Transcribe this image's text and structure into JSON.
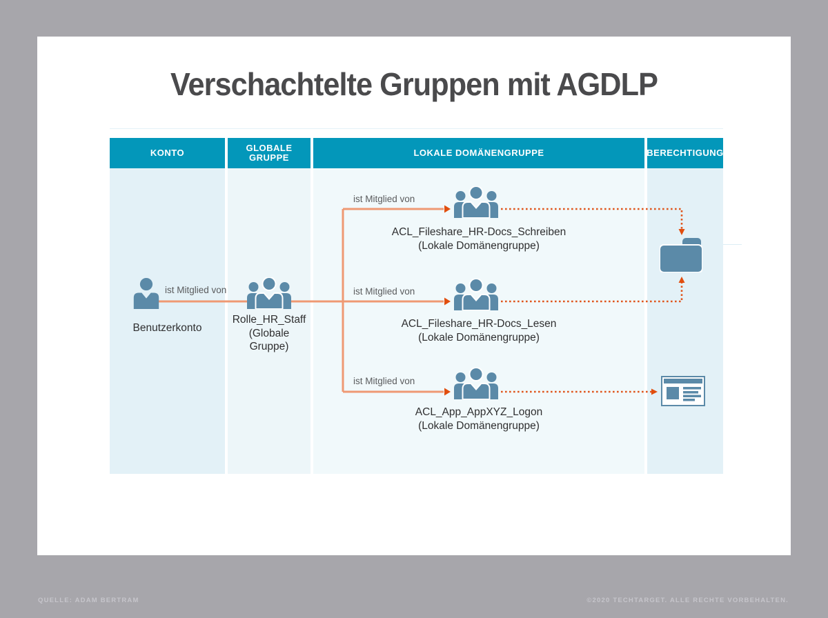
{
  "title": "Verschachtelte Gruppen mit AGDLP",
  "table": {
    "columns": [
      {
        "id": "konto",
        "label": "KONTO"
      },
      {
        "id": "globale-gruppe",
        "label": "GLOBALE GRUPPE"
      },
      {
        "id": "lokale-domaenengruppe",
        "label": "LOKALE DOMÄNENGRUPPE"
      },
      {
        "id": "berechtigung",
        "label": "BERECHTIGUNG"
      }
    ]
  },
  "diagram": {
    "edge_label": "ist Mitglied von",
    "nodes": {
      "benutzerkonto": {
        "label": "Benutzerkonto",
        "icon": "user-icon"
      },
      "rolle": {
        "lines": [
          "Rolle_HR_Staff",
          "(Globale",
          "Gruppe)"
        ],
        "icon": "group-icon"
      },
      "acl_schreiben": {
        "name": "ACL_Fileshare_HR-Docs_Schreiben",
        "type": "(Lokale Domänengruppe)",
        "icon": "group-icon"
      },
      "acl_lesen": {
        "name": "ACL_Fileshare_HR-Docs_Lesen",
        "type": "(Lokale Domänengruppe)",
        "icon": "group-icon"
      },
      "acl_app": {
        "name": "ACL_App_AppXYZ_Logon",
        "type": "(Lokale Domänengruppe)",
        "icon": "group-icon"
      },
      "fileshare": {
        "icon": "folder-icon"
      },
      "app_window": {
        "icon": "app-window-icon"
      }
    }
  },
  "footer": {
    "source": "QUELLE: ADAM BERTRAM",
    "copyright": "©2020 TECHTARGET. ALLE RECHTE VORBEHALTEN."
  },
  "colors": {
    "frame_gray": "#a7a6ab",
    "card_white": "#ffffff",
    "header_teal": "#0397ba",
    "col_konto_bg": "#e3f1f7",
    "col_globale_bg": "#edf6f9",
    "col_lokale_bg": "#f1f9fb",
    "col_berechtigung_bg": "#e3f1f7",
    "icon_blue": "#5b8aa8",
    "line_salmon": "#ef9973",
    "arrow_red": "#e14e0e",
    "dot_orange": "#e0551c",
    "title_text": "#4a4a4c",
    "label_text": "#2f2f30",
    "edge_label_text": "#5a5b5d",
    "footer_text": "#c6c5cb"
  }
}
